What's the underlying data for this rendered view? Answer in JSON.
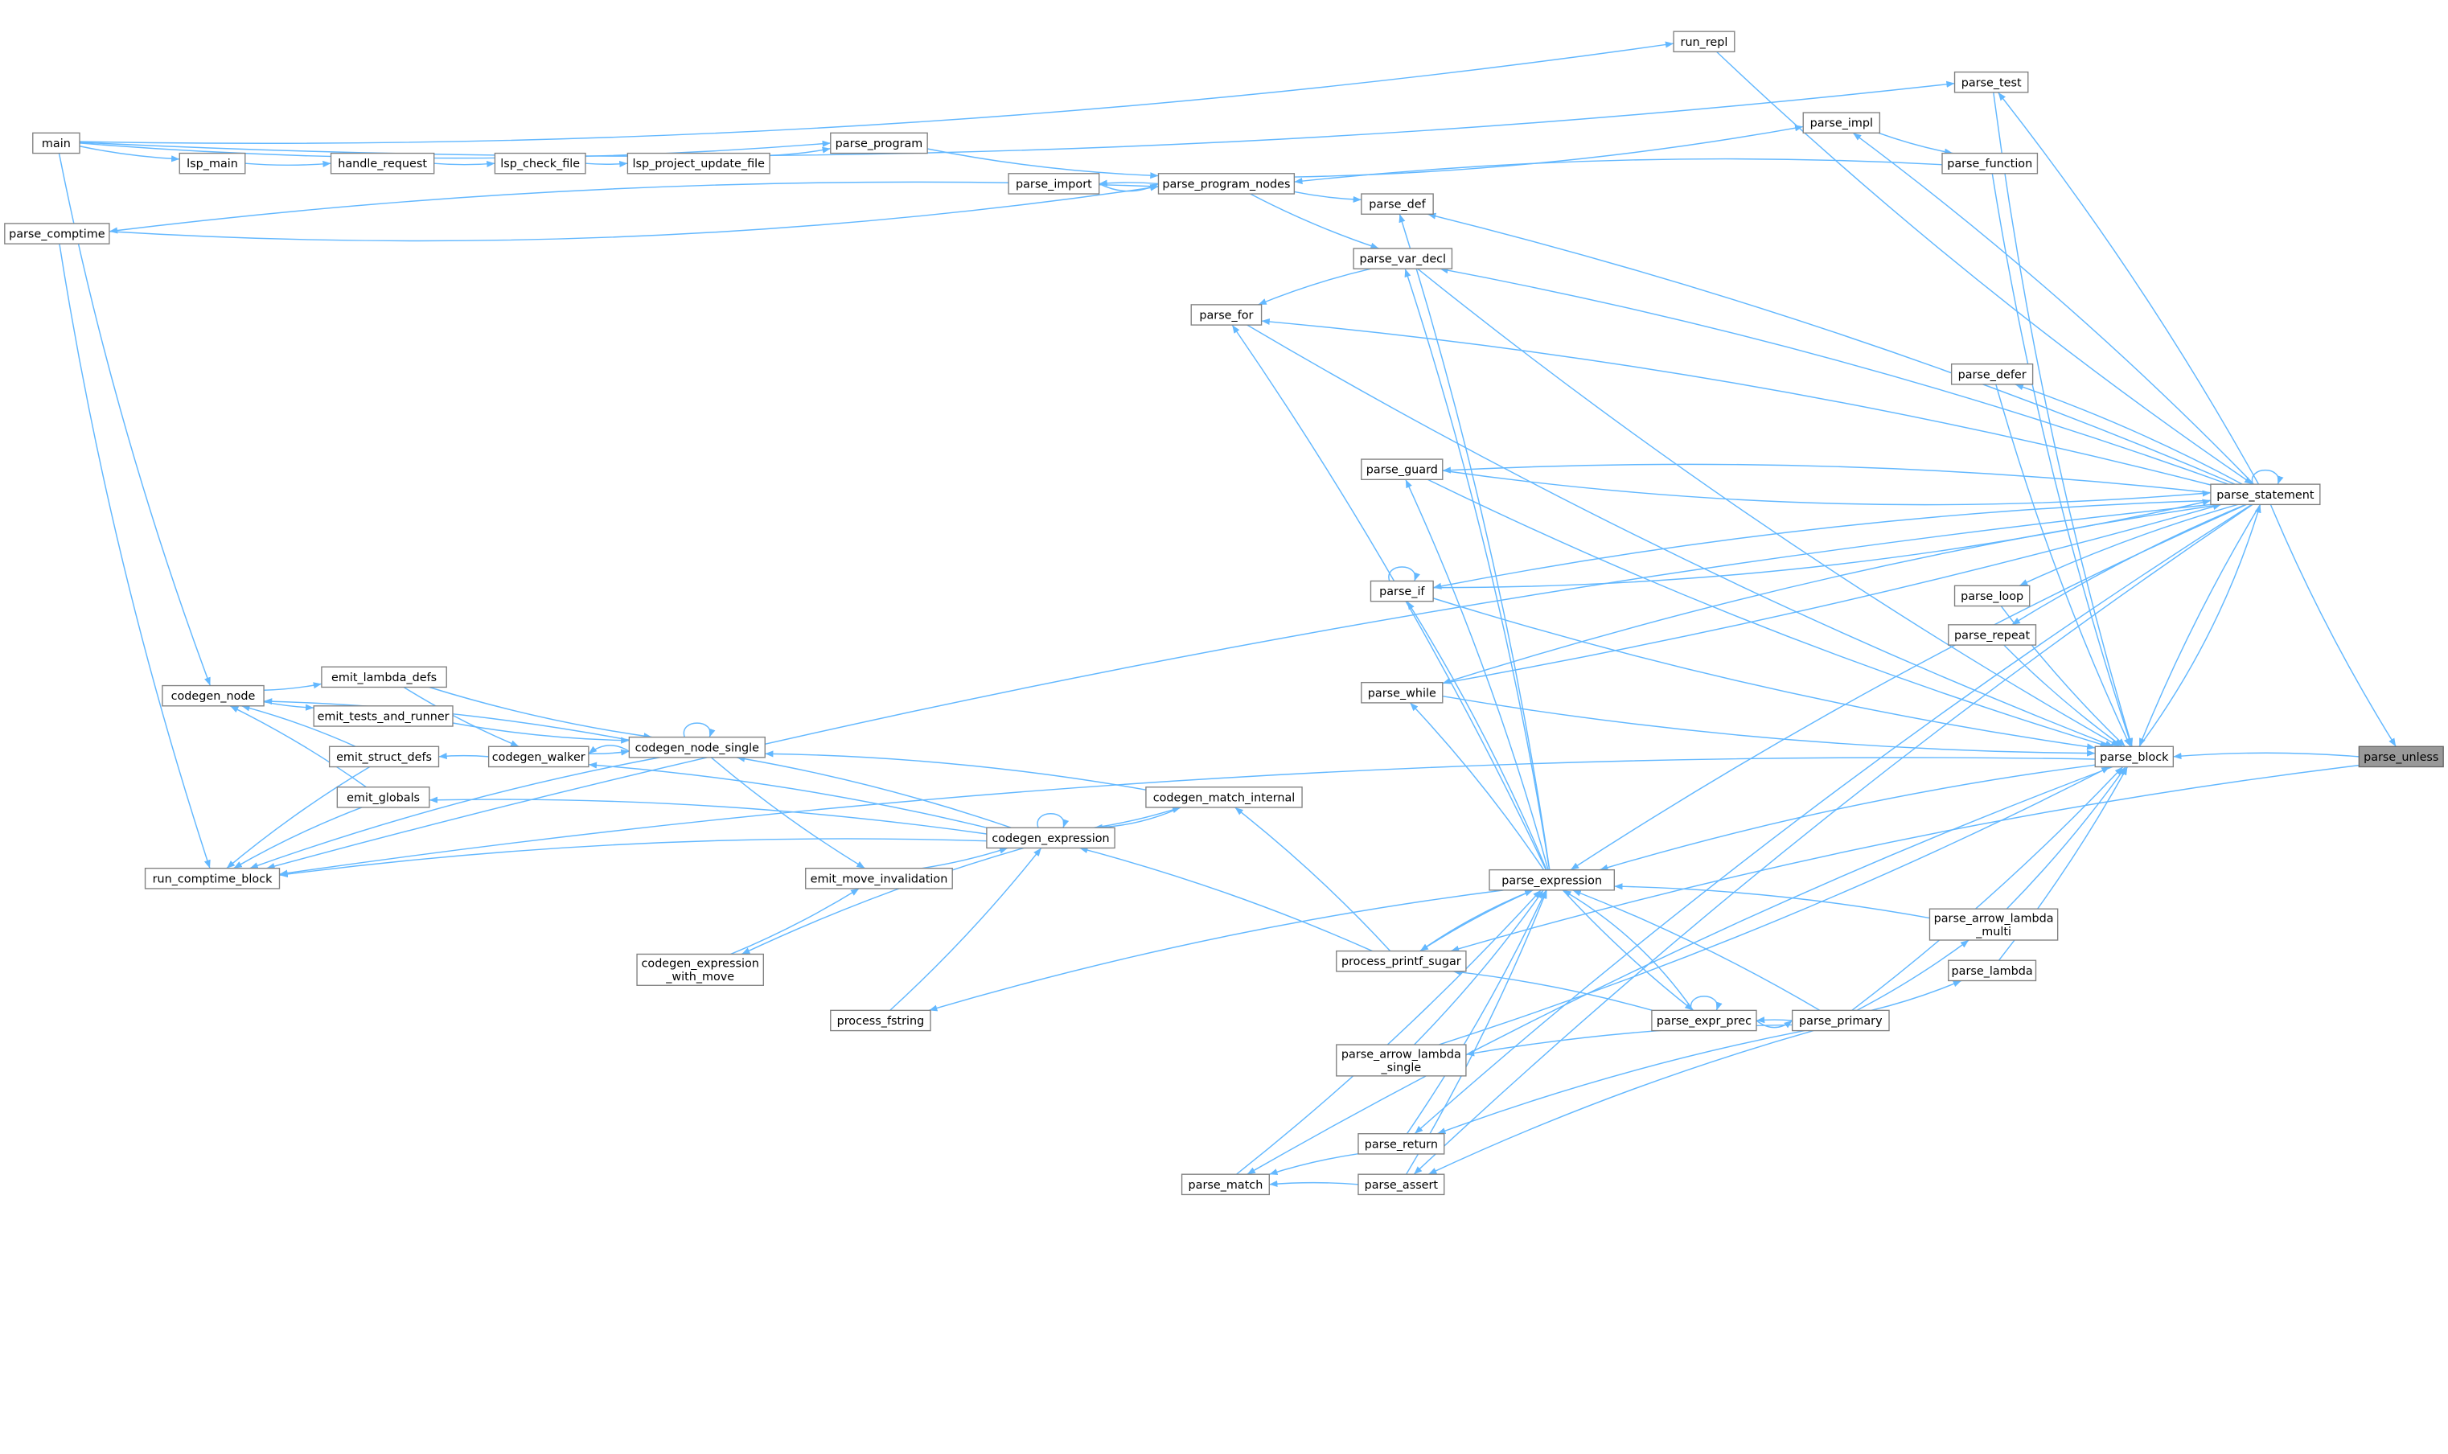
{
  "graph": {
    "title": "parse_unless",
    "focus_node": "parse_unless",
    "colors": {
      "edge": "#63b8ff",
      "focus_fill": "#999999",
      "node_border": "#808080"
    },
    "nodes": [
      {
        "id": "main",
        "label": "main"
      },
      {
        "id": "lsp_main",
        "label": "lsp_main"
      },
      {
        "id": "handle_request",
        "label": "handle_request"
      },
      {
        "id": "lsp_check_file",
        "label": "lsp_check_file"
      },
      {
        "id": "lsp_project_update_file",
        "label": "lsp_project_update_file"
      },
      {
        "id": "parse_program",
        "label": "parse_program"
      },
      {
        "id": "parse_import",
        "label": "parse_import"
      },
      {
        "id": "parse_program_nodes",
        "label": "parse_program_nodes"
      },
      {
        "id": "parse_comptime",
        "label": "parse_comptime"
      },
      {
        "id": "run_repl",
        "label": "run_repl"
      },
      {
        "id": "parse_test",
        "label": "parse_test"
      },
      {
        "id": "parse_impl",
        "label": "parse_impl"
      },
      {
        "id": "parse_function",
        "label": "parse_function"
      },
      {
        "id": "parse_def",
        "label": "parse_def"
      },
      {
        "id": "parse_var_decl",
        "label": "parse_var_decl"
      },
      {
        "id": "parse_for",
        "label": "parse_for"
      },
      {
        "id": "parse_defer",
        "label": "parse_defer"
      },
      {
        "id": "parse_guard",
        "label": "parse_guard"
      },
      {
        "id": "parse_statement",
        "label": "parse_statement"
      },
      {
        "id": "parse_if",
        "label": "parse_if"
      },
      {
        "id": "parse_loop",
        "label": "parse_loop"
      },
      {
        "id": "parse_repeat",
        "label": "parse_repeat"
      },
      {
        "id": "parse_while",
        "label": "parse_while"
      },
      {
        "id": "parse_block",
        "label": "parse_block"
      },
      {
        "id": "parse_unless",
        "label": "parse_unless"
      },
      {
        "id": "codegen_node",
        "label": "codegen_node"
      },
      {
        "id": "emit_lambda_defs",
        "label": "emit_lambda_defs"
      },
      {
        "id": "emit_tests_and_runner",
        "label": "emit_tests_and_runner"
      },
      {
        "id": "emit_struct_defs",
        "label": "emit_struct_defs"
      },
      {
        "id": "emit_globals",
        "label": "emit_globals"
      },
      {
        "id": "codegen_walker",
        "label": "codegen_walker"
      },
      {
        "id": "codegen_node_single",
        "label": "codegen_node_single"
      },
      {
        "id": "codegen_match_internal",
        "label": "codegen_match_internal"
      },
      {
        "id": "codegen_expression",
        "label": "codegen_expression"
      },
      {
        "id": "run_comptime_block",
        "label": "run_comptime_block"
      },
      {
        "id": "emit_move_invalidation",
        "label": "emit_move_invalidation"
      },
      {
        "id": "codegen_expression_with_move",
        "label": "codegen_expression\n_with_move"
      },
      {
        "id": "process_fstring",
        "label": "process_fstring"
      },
      {
        "id": "parse_expression",
        "label": "parse_expression"
      },
      {
        "id": "parse_arrow_lambda_multi",
        "label": "parse_arrow_lambda\n_multi"
      },
      {
        "id": "process_printf_sugar",
        "label": "process_printf_sugar"
      },
      {
        "id": "parse_lambda",
        "label": "parse_lambda"
      },
      {
        "id": "parse_expr_prec",
        "label": "parse_expr_prec"
      },
      {
        "id": "parse_primary",
        "label": "parse_primary"
      },
      {
        "id": "parse_arrow_lambda_single",
        "label": "parse_arrow_lambda\n_single"
      },
      {
        "id": "parse_return",
        "label": "parse_return"
      },
      {
        "id": "parse_match",
        "label": "parse_match"
      },
      {
        "id": "parse_assert",
        "label": "parse_assert"
      }
    ],
    "edges": [
      [
        "main",
        "lsp_main"
      ],
      [
        "lsp_main",
        "handle_request"
      ],
      [
        "handle_request",
        "lsp_check_file"
      ],
      [
        "lsp_check_file",
        "lsp_project_update_file"
      ],
      [
        "lsp_project_update_file",
        "parse_program"
      ],
      [
        "main",
        "parse_program"
      ],
      [
        "main",
        "run_repl"
      ],
      [
        "main",
        "parse_test"
      ],
      [
        "main",
        "codegen_node"
      ],
      [
        "parse_program",
        "parse_program_nodes"
      ],
      [
        "parse_program_nodes",
        "parse_import"
      ],
      [
        "parse_import",
        "parse_program_nodes"
      ],
      [
        "parse_program_nodes",
        "parse_comptime"
      ],
      [
        "parse_comptime",
        "parse_program_nodes"
      ],
      [
        "parse_comptime",
        "run_comptime_block"
      ],
      [
        "parse_program_nodes",
        "parse_def"
      ],
      [
        "parse_program_nodes",
        "parse_var_decl"
      ],
      [
        "parse_program_nodes",
        "parse_impl"
      ],
      [
        "parse_function",
        "parse_program_nodes"
      ],
      [
        "parse_impl",
        "parse_function"
      ],
      [
        "parse_function",
        "parse_block"
      ],
      [
        "parse_test",
        "parse_block"
      ],
      [
        "run_repl",
        "parse_statement"
      ],
      [
        "parse_statement",
        "parse_test"
      ],
      [
        "parse_statement",
        "parse_impl"
      ],
      [
        "parse_statement",
        "parse_def"
      ],
      [
        "parse_statement",
        "parse_var_decl"
      ],
      [
        "parse_statement",
        "parse_for"
      ],
      [
        "parse_var_decl",
        "parse_for"
      ],
      [
        "parse_statement",
        "parse_defer"
      ],
      [
        "parse_defer",
        "parse_block"
      ],
      [
        "parse_statement",
        "parse_guard"
      ],
      [
        "parse_guard",
        "parse_statement"
      ],
      [
        "parse_statement",
        "parse_statement"
      ],
      [
        "parse_statement",
        "parse_if"
      ],
      [
        "parse_if",
        "parse_statement"
      ],
      [
        "parse_if",
        "parse_if"
      ],
      [
        "parse_statement",
        "parse_loop"
      ],
      [
        "parse_loop",
        "parse_block"
      ],
      [
        "parse_statement",
        "parse_repeat"
      ],
      [
        "parse_repeat",
        "parse_block"
      ],
      [
        "parse_statement",
        "parse_while"
      ],
      [
        "parse_while",
        "parse_statement"
      ],
      [
        "parse_statement",
        "parse_block"
      ],
      [
        "parse_block",
        "parse_statement"
      ],
      [
        "parse_statement",
        "parse_unless"
      ],
      [
        "parse_unless",
        "parse_block"
      ],
      [
        "parse_unless",
        "process_printf_sugar"
      ],
      [
        "parse_var_decl",
        "parse_block"
      ],
      [
        "parse_for",
        "parse_block"
      ],
      [
        "parse_guard",
        "parse_block"
      ],
      [
        "parse_if",
        "parse_block"
      ],
      [
        "parse_while",
        "parse_block"
      ],
      [
        "parse_expression",
        "parse_var_decl"
      ],
      [
        "parse_expression",
        "parse_def"
      ],
      [
        "parse_expression",
        "parse_guard"
      ],
      [
        "parse_expression",
        "parse_if"
      ],
      [
        "parse_expression",
        "parse_while"
      ],
      [
        "parse_expression",
        "parse_for"
      ],
      [
        "parse_statement",
        "parse_expression"
      ],
      [
        "parse_block",
        "parse_expression"
      ],
      [
        "parse_arrow_lambda_multi",
        "parse_expression"
      ],
      [
        "parse_arrow_lambda_multi",
        "parse_block"
      ],
      [
        "parse_primary",
        "parse_arrow_lambda_multi"
      ],
      [
        "parse_primary",
        "parse_lambda"
      ],
      [
        "parse_lambda",
        "parse_block"
      ],
      [
        "parse_primary",
        "parse_block"
      ],
      [
        "parse_expression",
        "parse_expr_prec"
      ],
      [
        "parse_expr_prec",
        "parse_expression"
      ],
      [
        "parse_expr_prec",
        "parse_expr_prec"
      ],
      [
        "parse_primary",
        "parse_expr_prec"
      ],
      [
        "parse_expr_prec",
        "parse_primary"
      ],
      [
        "parse_primary",
        "parse_expression"
      ],
      [
        "parse_expr_prec",
        "process_printf_sugar"
      ],
      [
        "parse_expression",
        "process_printf_sugar"
      ],
      [
        "process_printf_sugar",
        "parse_expression"
      ],
      [
        "process_printf_sugar",
        "codegen_expression"
      ],
      [
        "process_printf_sugar",
        "codegen_match_internal"
      ],
      [
        "parse_expression",
        "process_fstring"
      ],
      [
        "parse_primary",
        "parse_arrow_lambda_single"
      ],
      [
        "parse_arrow_lambda_single",
        "parse_expression"
      ],
      [
        "parse_arrow_lambda_single",
        "parse_block"
      ],
      [
        "parse_primary",
        "parse_return"
      ],
      [
        "parse_primary",
        "parse_assert"
      ],
      [
        "parse_return",
        "parse_expression"
      ],
      [
        "parse_assert",
        "parse_expression"
      ],
      [
        "parse_return",
        "parse_match"
      ],
      [
        "parse_assert",
        "parse_match"
      ],
      [
        "parse_match",
        "parse_expression"
      ],
      [
        "parse_block",
        "parse_match"
      ],
      [
        "parse_statement",
        "parse_return"
      ],
      [
        "parse_statement",
        "parse_assert"
      ],
      [
        "parse_block",
        "run_comptime_block"
      ],
      [
        "parse_statement",
        "run_comptime_block"
      ],
      [
        "codegen_node",
        "emit_lambda_defs"
      ],
      [
        "codegen_node",
        "emit_tests_and_runner"
      ],
      [
        "emit_struct_defs",
        "codegen_node"
      ],
      [
        "emit_globals",
        "codegen_node"
      ],
      [
        "codegen_walker",
        "codegen_node_single"
      ],
      [
        "codegen_node_single",
        "codegen_walker"
      ],
      [
        "codegen_node_single",
        "codegen_node_single"
      ],
      [
        "codegen_node_single",
        "codegen_node"
      ],
      [
        "emit_lambda_defs",
        "codegen_walker"
      ],
      [
        "emit_lambda_defs",
        "codegen_node_single"
      ],
      [
        "emit_tests_and_runner",
        "codegen_node_single"
      ],
      [
        "codegen_walker",
        "emit_struct_defs"
      ],
      [
        "emit_struct_defs",
        "run_comptime_block"
      ],
      [
        "emit_globals",
        "run_comptime_block"
      ],
      [
        "codegen_node_single",
        "run_comptime_block"
      ],
      [
        "codegen_node_single",
        "emit_move_invalidation"
      ],
      [
        "codegen_expression",
        "codegen_node_single"
      ],
      [
        "codegen_expression",
        "codegen_walker"
      ],
      [
        "codegen_expression",
        "emit_globals"
      ],
      [
        "codegen_expression",
        "codegen_expression"
      ],
      [
        "codegen_expression",
        "codegen_match_internal"
      ],
      [
        "codegen_match_internal",
        "codegen_expression"
      ],
      [
        "codegen_match_internal",
        "codegen_node_single"
      ],
      [
        "codegen_expression",
        "run_comptime_block"
      ],
      [
        "codegen_expression",
        "codegen_expression_with_move"
      ],
      [
        "codegen_expression_with_move",
        "emit_move_invalidation"
      ],
      [
        "emit_move_invalidation",
        "codegen_expression"
      ],
      [
        "process_fstring",
        "codegen_expression"
      ]
    ]
  }
}
